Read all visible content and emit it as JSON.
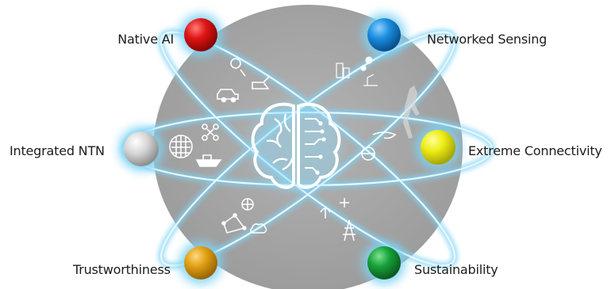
{
  "diagram": {
    "nodes": [
      {
        "id": "native-ai",
        "label": "Native AI",
        "color": "#e01515"
      },
      {
        "id": "networked-sensing",
        "label": "Networked Sensing",
        "color": "#1b8fe0"
      },
      {
        "id": "integrated-ntn",
        "label": "Integrated NTN",
        "color": "#cfcfcf"
      },
      {
        "id": "extreme-connectivity",
        "label": "Extreme Connectivity",
        "color": "#eded16"
      },
      {
        "id": "trustworthiness",
        "label": "Trustworthiness",
        "color": "#e0a015"
      },
      {
        "id": "sustainability",
        "label": "Sustainability",
        "color": "#16a23a"
      }
    ],
    "center_icon": "brain-circuit-icon",
    "colors": {
      "disc": "#a6a6a6",
      "orbit": "#dff4fc",
      "glow": "#7fd3f4"
    }
  }
}
